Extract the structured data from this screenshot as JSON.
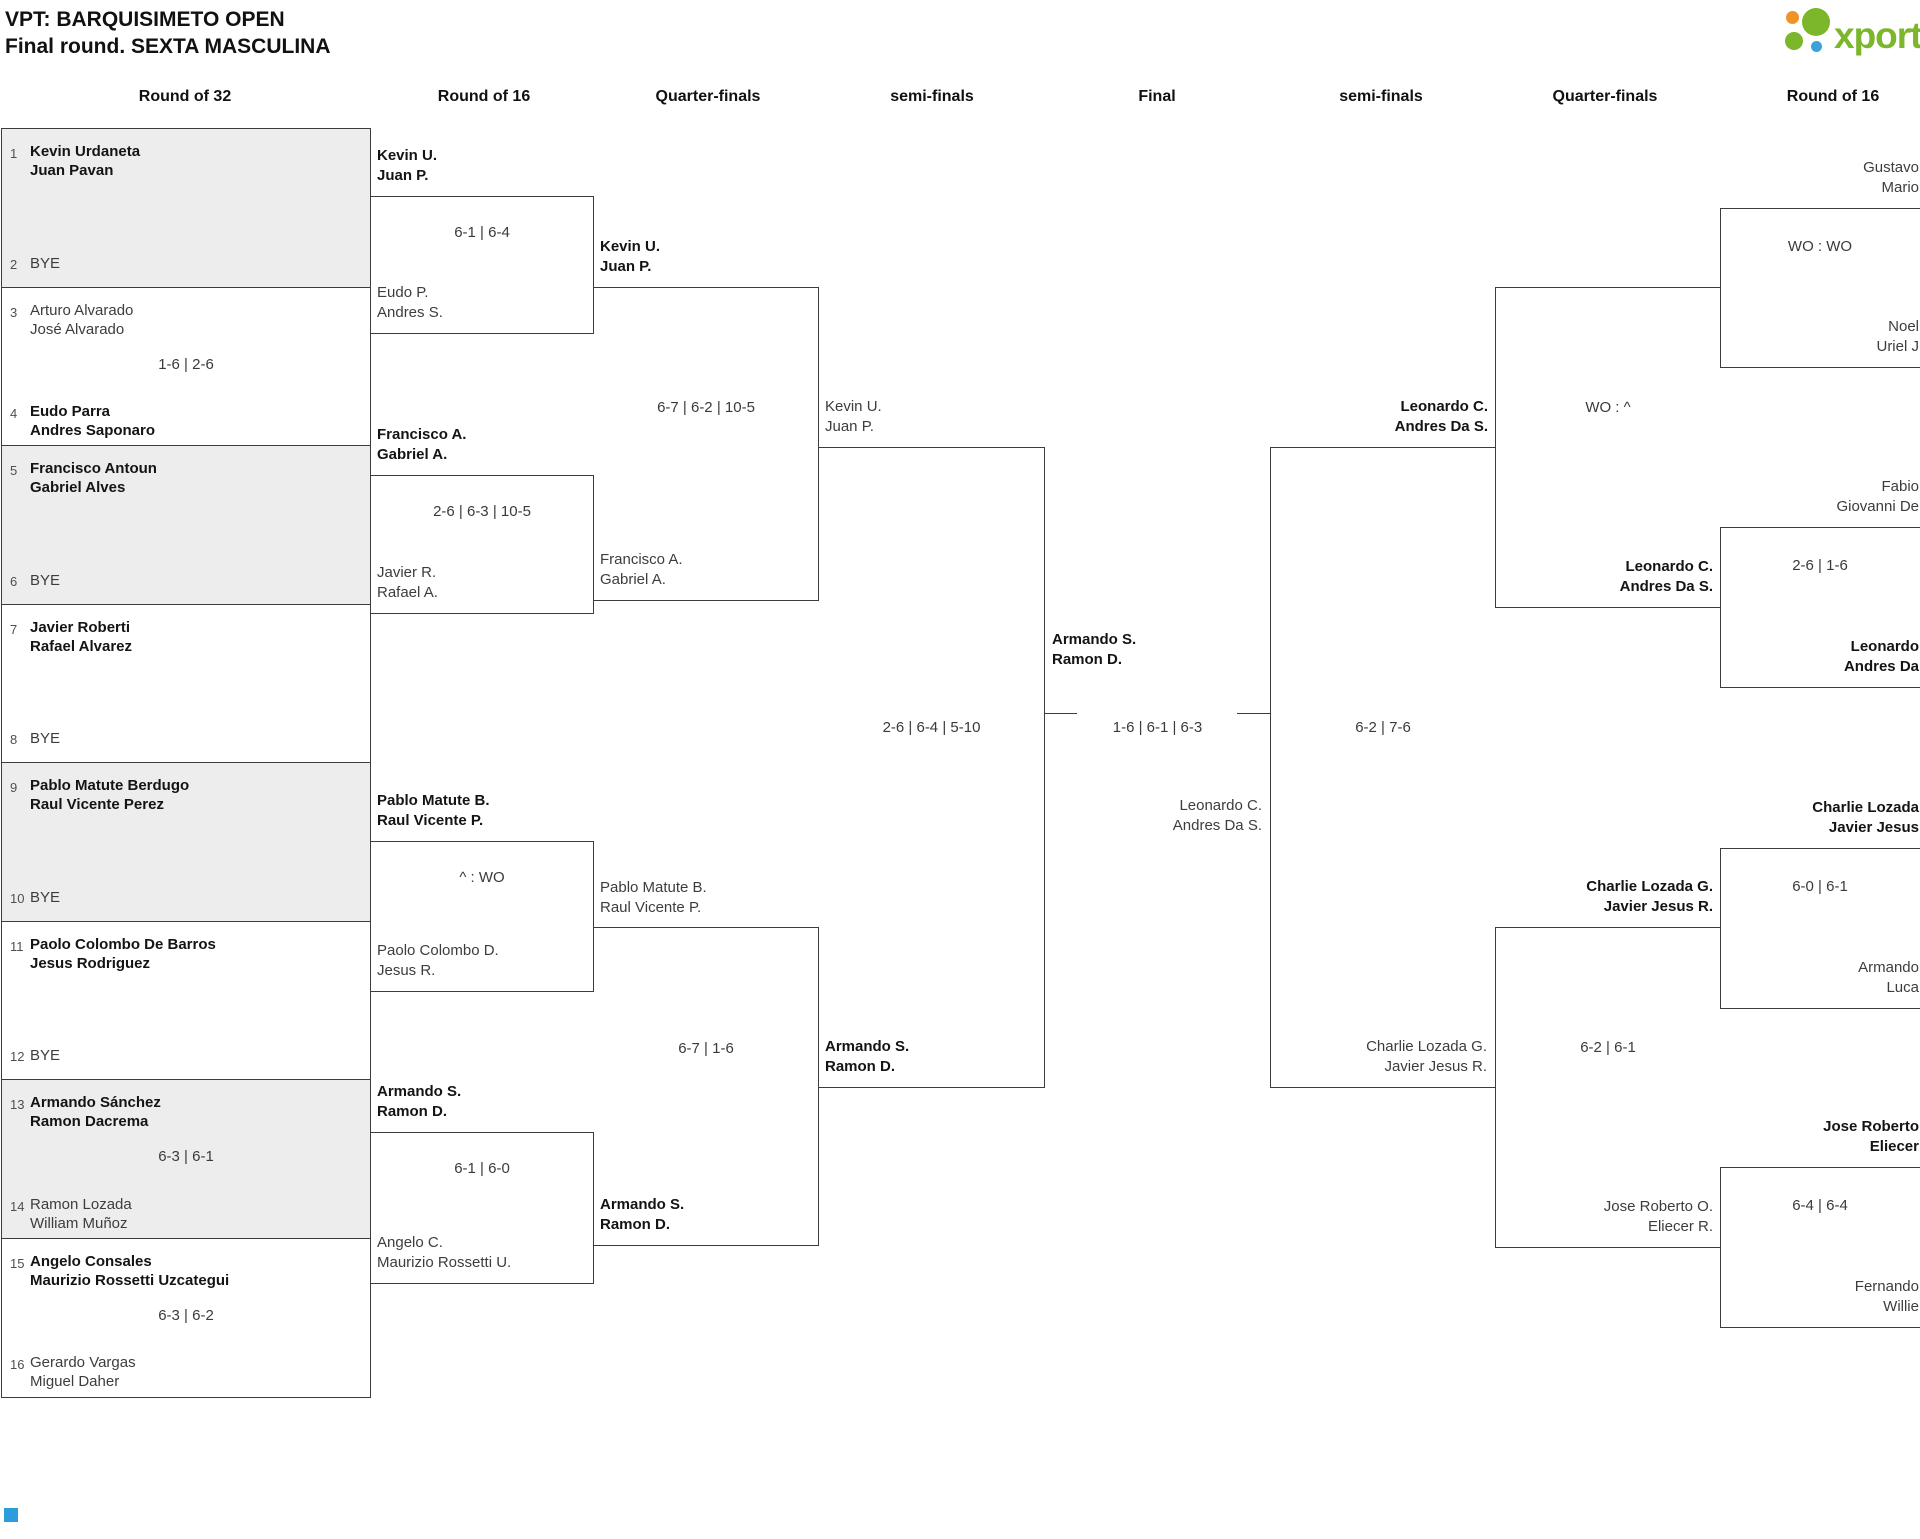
{
  "header": {
    "title1": "VPT: BARQUISIMETO OPEN",
    "title2": "Final round. SEXTA MASCULINA"
  },
  "logo": {
    "text": "xporty",
    "green": "#7cb62a",
    "orange": "#f09326",
    "blue": "#3ba3dc"
  },
  "columns": [
    "Round of 32",
    "Round of 16",
    "Quarter-finals",
    "semi-finals",
    "Final",
    "semi-finals",
    "Quarter-finals",
    "Round of 16"
  ],
  "r32": [
    {
      "s1": "1",
      "t1a": "Kevin Urdaneta",
      "t1b": "Juan Pavan",
      "s2": "2",
      "bye": "BYE"
    },
    {
      "s1": "3",
      "t1a": "Arturo Alvarado",
      "t1b": "José Alvarado",
      "score": "1-6 | 2-6",
      "s2": "4",
      "t2a": "Eudo Parra",
      "t2b": "Andres Saponaro"
    },
    {
      "s1": "5",
      "t1a": "Francisco Antoun",
      "t1b": "Gabriel Alves",
      "s2": "6",
      "bye": "BYE"
    },
    {
      "s1": "7",
      "t1a": "Javier Roberti",
      "t1b": "Rafael Alvarez",
      "s2": "8",
      "bye": "BYE"
    },
    {
      "s1": "9",
      "t1a": "Pablo Matute Berdugo",
      "t1b": "Raul Vicente Perez",
      "s2": "10",
      "bye": "BYE"
    },
    {
      "s1": "11",
      "t1a": "Paolo Colombo De Barros",
      "t1b": "Jesus Rodriguez",
      "s2": "12",
      "bye": "BYE"
    },
    {
      "s1": "13",
      "t1a": "Armando Sánchez",
      "t1b": "Ramon Dacrema",
      "score": "6-3 | 6-1",
      "s2": "14",
      "t2a": "Ramon Lozada",
      "t2b": "William Muñoz"
    },
    {
      "s1": "15",
      "t1a": "Angelo Consales",
      "t1b": "Maurizio Rossetti Uzcategui",
      "score": "6-3 | 6-2",
      "s2": "16",
      "t2a": "Gerardo Vargas",
      "t2b": "Miguel Daher"
    }
  ],
  "r16L": [
    {
      "ta": "Kevin U.",
      "tb": "Juan P.",
      "score": "6-1 | 6-4",
      "ba": "Eudo P.",
      "bb": "Andres S."
    },
    {
      "ta": "Francisco A.",
      "tb": "Gabriel A.",
      "score": "2-6 | 6-3 | 10-5",
      "ba": "Javier R.",
      "bb": "Rafael A."
    },
    {
      "ta": "Pablo Matute B.",
      "tb": "Raul Vicente P.",
      "score": "^ : WO",
      "ba": "Paolo Colombo D.",
      "bb": "Jesus R."
    },
    {
      "ta": "Armando S.",
      "tb": "Ramon D.",
      "score": "6-1 | 6-0",
      "ba": "Angelo C.",
      "bb": "Maurizio Rossetti U."
    }
  ],
  "qfL": [
    {
      "ta": "Kevin U.",
      "tb": "Juan P.",
      "score": "6-7 | 6-2 | 10-5",
      "ba": "Francisco A.",
      "bb": "Gabriel A."
    },
    {
      "ta": "Pablo Matute B.",
      "tb": "Raul Vicente P.",
      "score": "6-7 | 1-6",
      "ba": "Armando S.",
      "bb": "Ramon D."
    }
  ],
  "sfL": {
    "ta": "Kevin U.",
    "tb": "Juan P.",
    "score": "2-6 | 6-4 | 5-10",
    "ba": "Armando S.",
    "bb": "Ramon D."
  },
  "final": {
    "la": "Armando S.",
    "lb": "Ramon D.",
    "score": "1-6 | 6-1 | 6-3",
    "ra": "Leonardo C.",
    "rb": "Andres Da S."
  },
  "sfR": {
    "ta": "Leonardo C.",
    "tb": "Andres Da S.",
    "score": "6-2 | 7-6",
    "ba": "Charlie Lozada G.",
    "bb": "Javier Jesus R."
  },
  "qfR": [
    {
      "score": "WO : ^",
      "ba": "Leonardo C.",
      "bb": "Andres Da S."
    },
    {
      "ta": "Charlie Lozada G.",
      "tb": "Javier Jesus R.",
      "score": "6-2 | 6-1",
      "ba": "Jose Roberto O.",
      "bb": "Eliecer R."
    }
  ],
  "r16R": [
    {
      "ta": "Gustavo",
      "tb": "Mario",
      "score": "WO : WO",
      "ba": "Noel",
      "bb": "Uriel J"
    },
    {
      "ta": "Fabio",
      "tb": "Giovanni De",
      "score": "2-6 | 1-6",
      "ba": "Leonardo",
      "bb": "Andres Da"
    },
    {
      "ta": "Charlie Lozada",
      "tb": "Javier Jesus",
      "score": "6-0 | 6-1",
      "ba": "Armando",
      "bb": "Luca"
    },
    {
      "ta": "Jose Roberto",
      "tb": "Eliecer",
      "score": "6-4 | 6-4",
      "ba": "Fernando",
      "bb": "Willie"
    }
  ]
}
